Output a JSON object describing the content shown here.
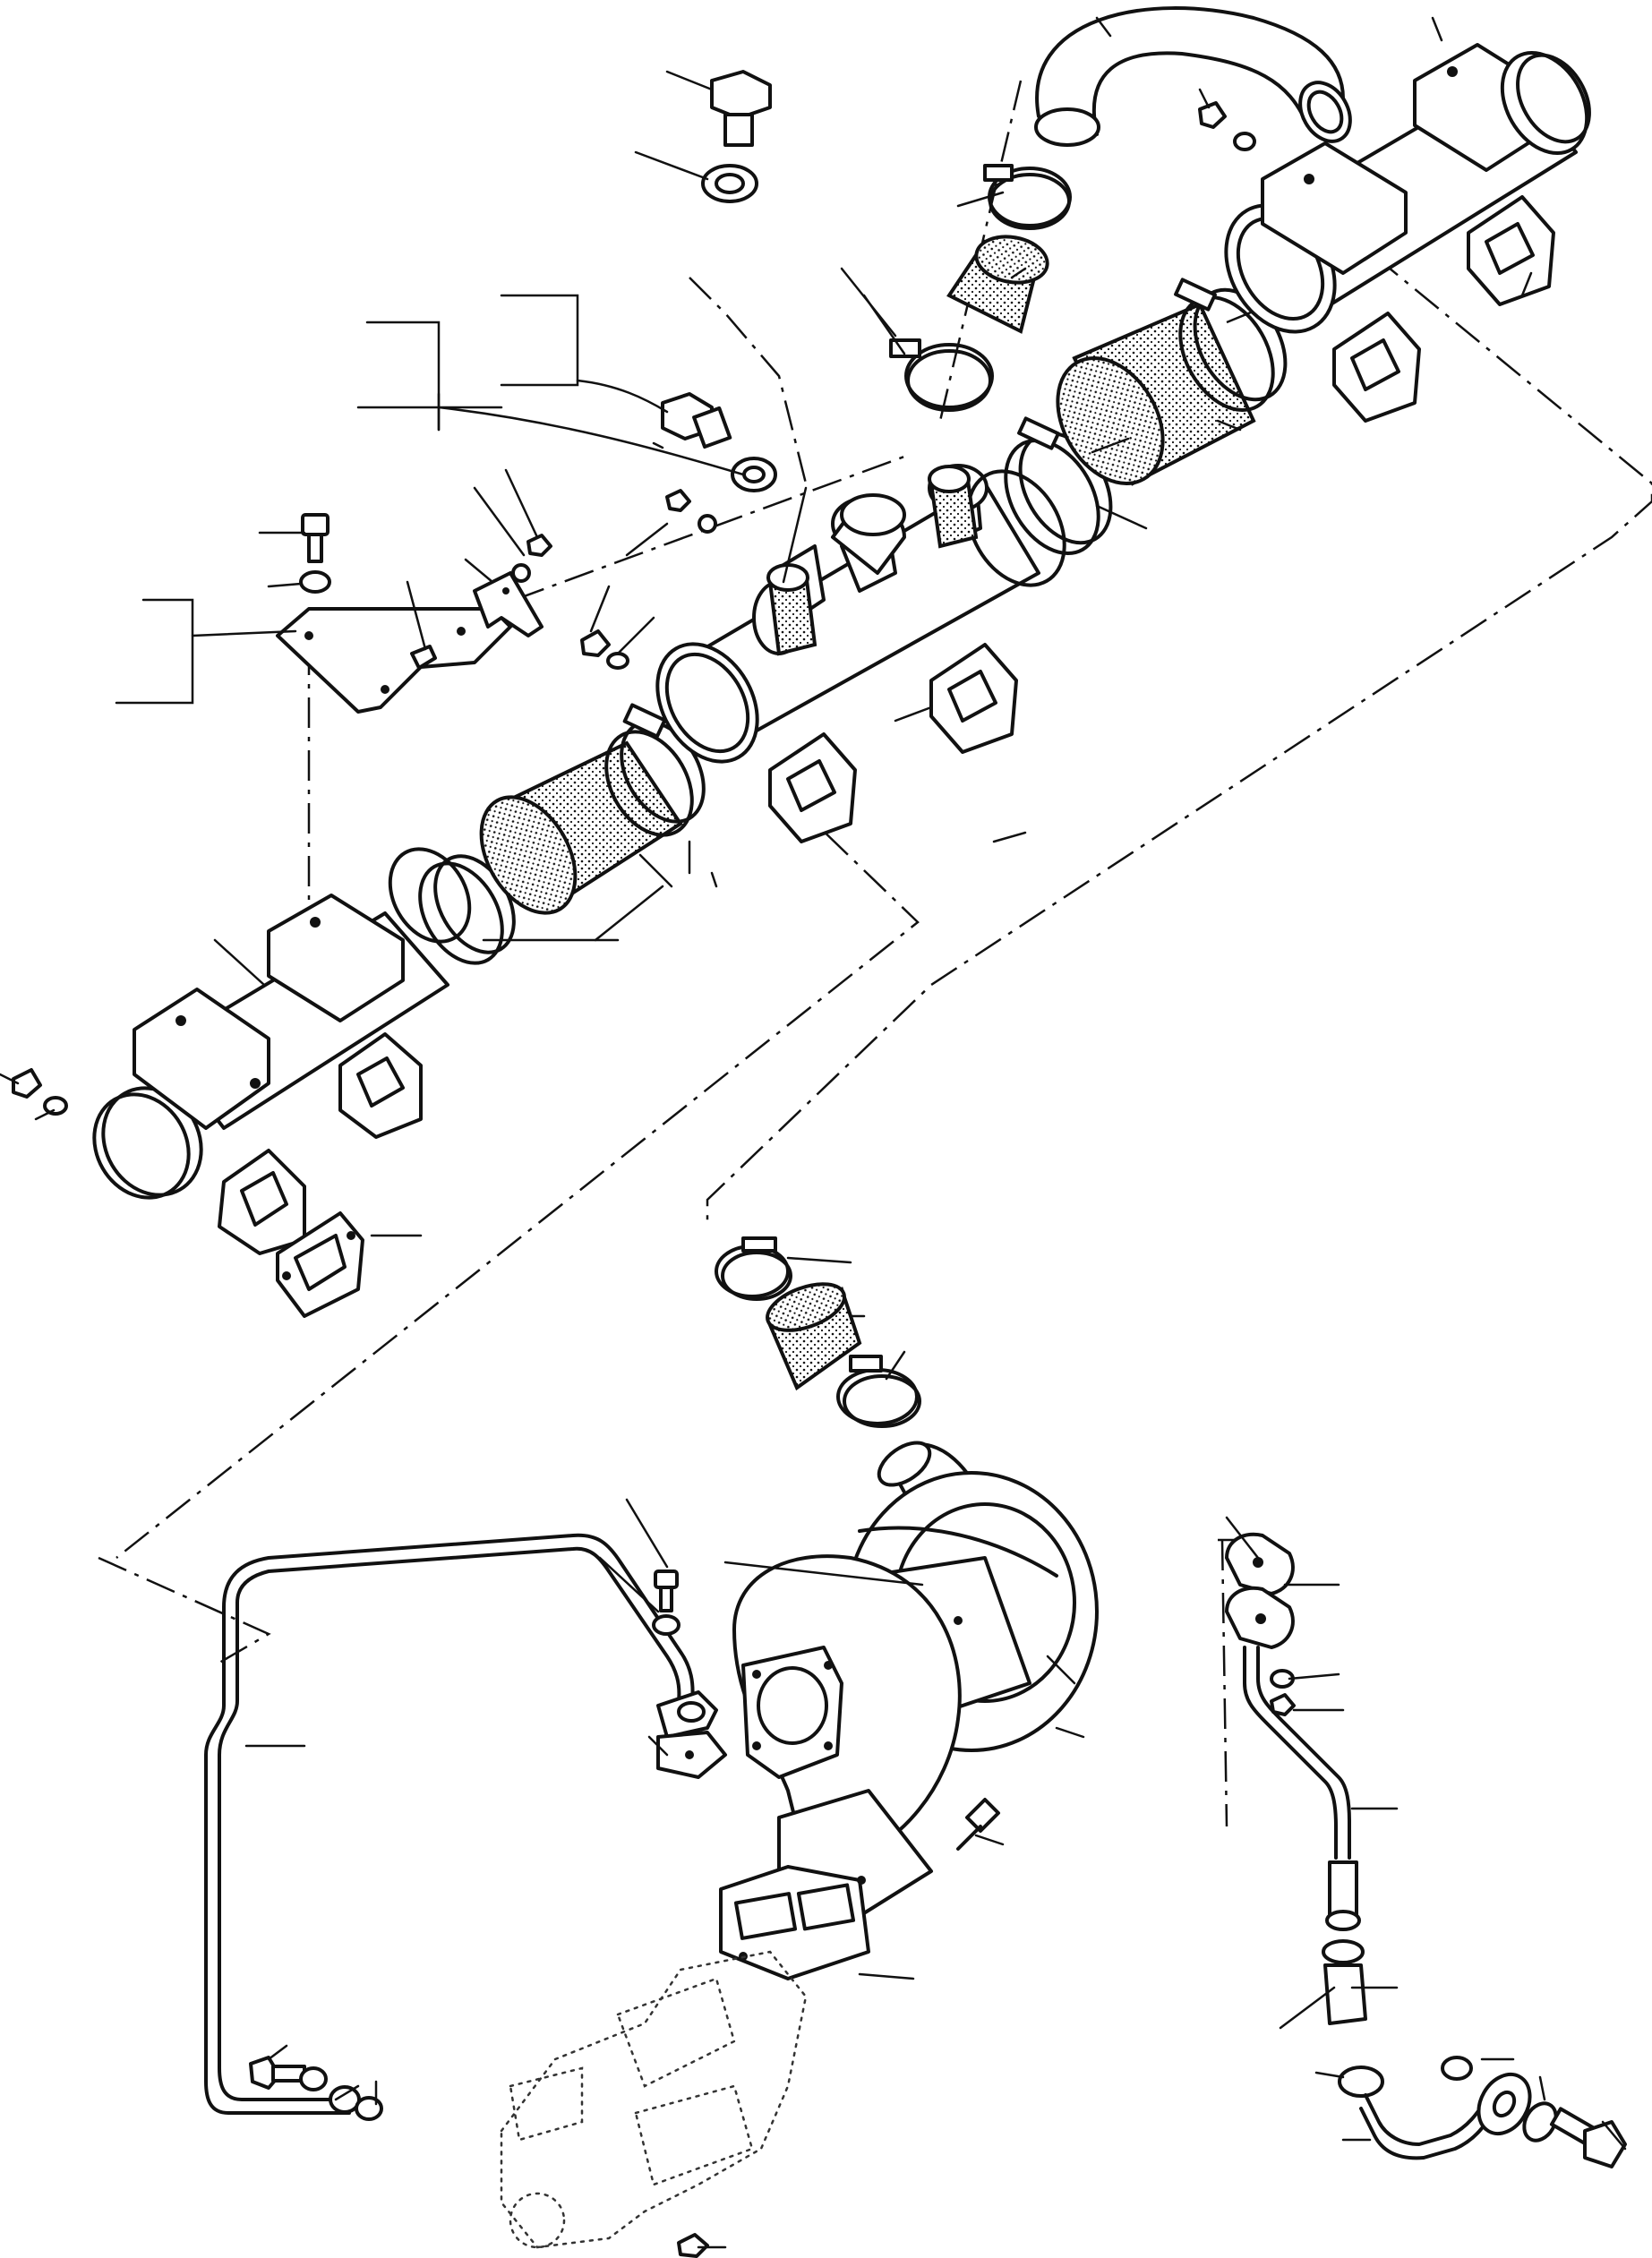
{
  "figure": {
    "colors": {
      "line": "#111111",
      "background": "#ffffff"
    },
    "parts": [
      "exhaust-manifold-front",
      "exhaust-manifold-rear",
      "elbow-pipe",
      "bellows-sleeve",
      "hose-clamp",
      "sealing-ring",
      "plug-bolt",
      "washer",
      "bracket",
      "turbocharger",
      "oil-feed-pipe",
      "oil-return-pipe",
      "gasket",
      "nut",
      "stud",
      "banjo-bolt"
    ]
  }
}
